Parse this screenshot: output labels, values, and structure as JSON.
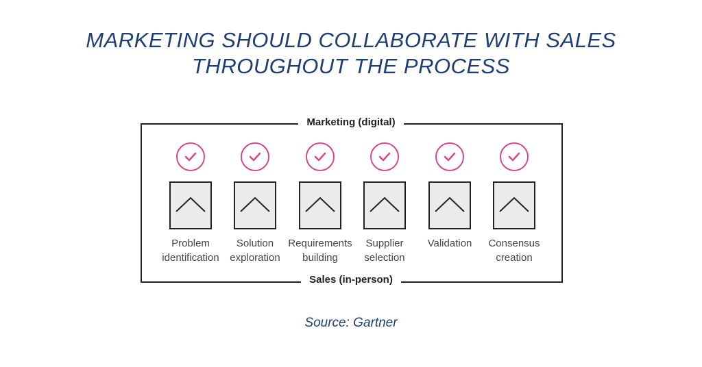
{
  "title": {
    "line1": "MARKETING SHOULD COLLABORATE WITH SALES",
    "line2": "THROUGHOUT THE PROCESS"
  },
  "diagram": {
    "top_label": "Marketing (digital)",
    "bottom_label": "Sales (in-person)",
    "steps": [
      {
        "line1": "Problem",
        "line2": "identification"
      },
      {
        "line1": "Solution",
        "line2": "exploration"
      },
      {
        "line1": "Requirements",
        "line2": "building"
      },
      {
        "line1": "Supplier",
        "line2": "selection"
      },
      {
        "line1": "Validation",
        "line2": ""
      },
      {
        "line1": "Consensus",
        "line2": "creation"
      }
    ]
  },
  "source": "Source: Gartner",
  "colors": {
    "title": "#1f3f73",
    "check": "#d6488a",
    "box": "#ebebeb"
  }
}
